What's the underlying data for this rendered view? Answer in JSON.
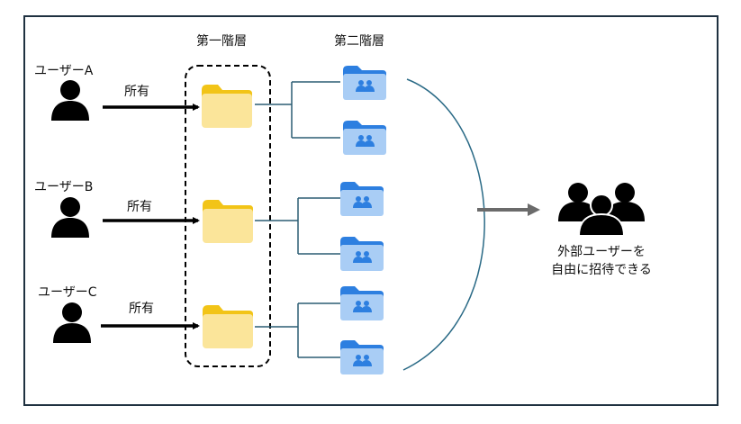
{
  "headers": {
    "tier1": "第一階層",
    "tier2": "第二階層"
  },
  "users": [
    {
      "name": "ユーザーA",
      "relation": "所有"
    },
    {
      "name": "ユーザーB",
      "relation": "所有"
    },
    {
      "name": "ユーザーC",
      "relation": "所有"
    }
  ],
  "external": {
    "label": "外部ユーザーを\n自由に招待できる"
  },
  "colors": {
    "frame": "#1f3140",
    "connector": "#2b5d73",
    "curve": "#2a6a86",
    "arrow_out": "#6b6b6b",
    "folder_yellow": "#fbe59a",
    "folder_yellow_tab": "#f2c417",
    "folder_blue": "#a9cdf5",
    "folder_blue_tab": "#2d7fe0"
  }
}
